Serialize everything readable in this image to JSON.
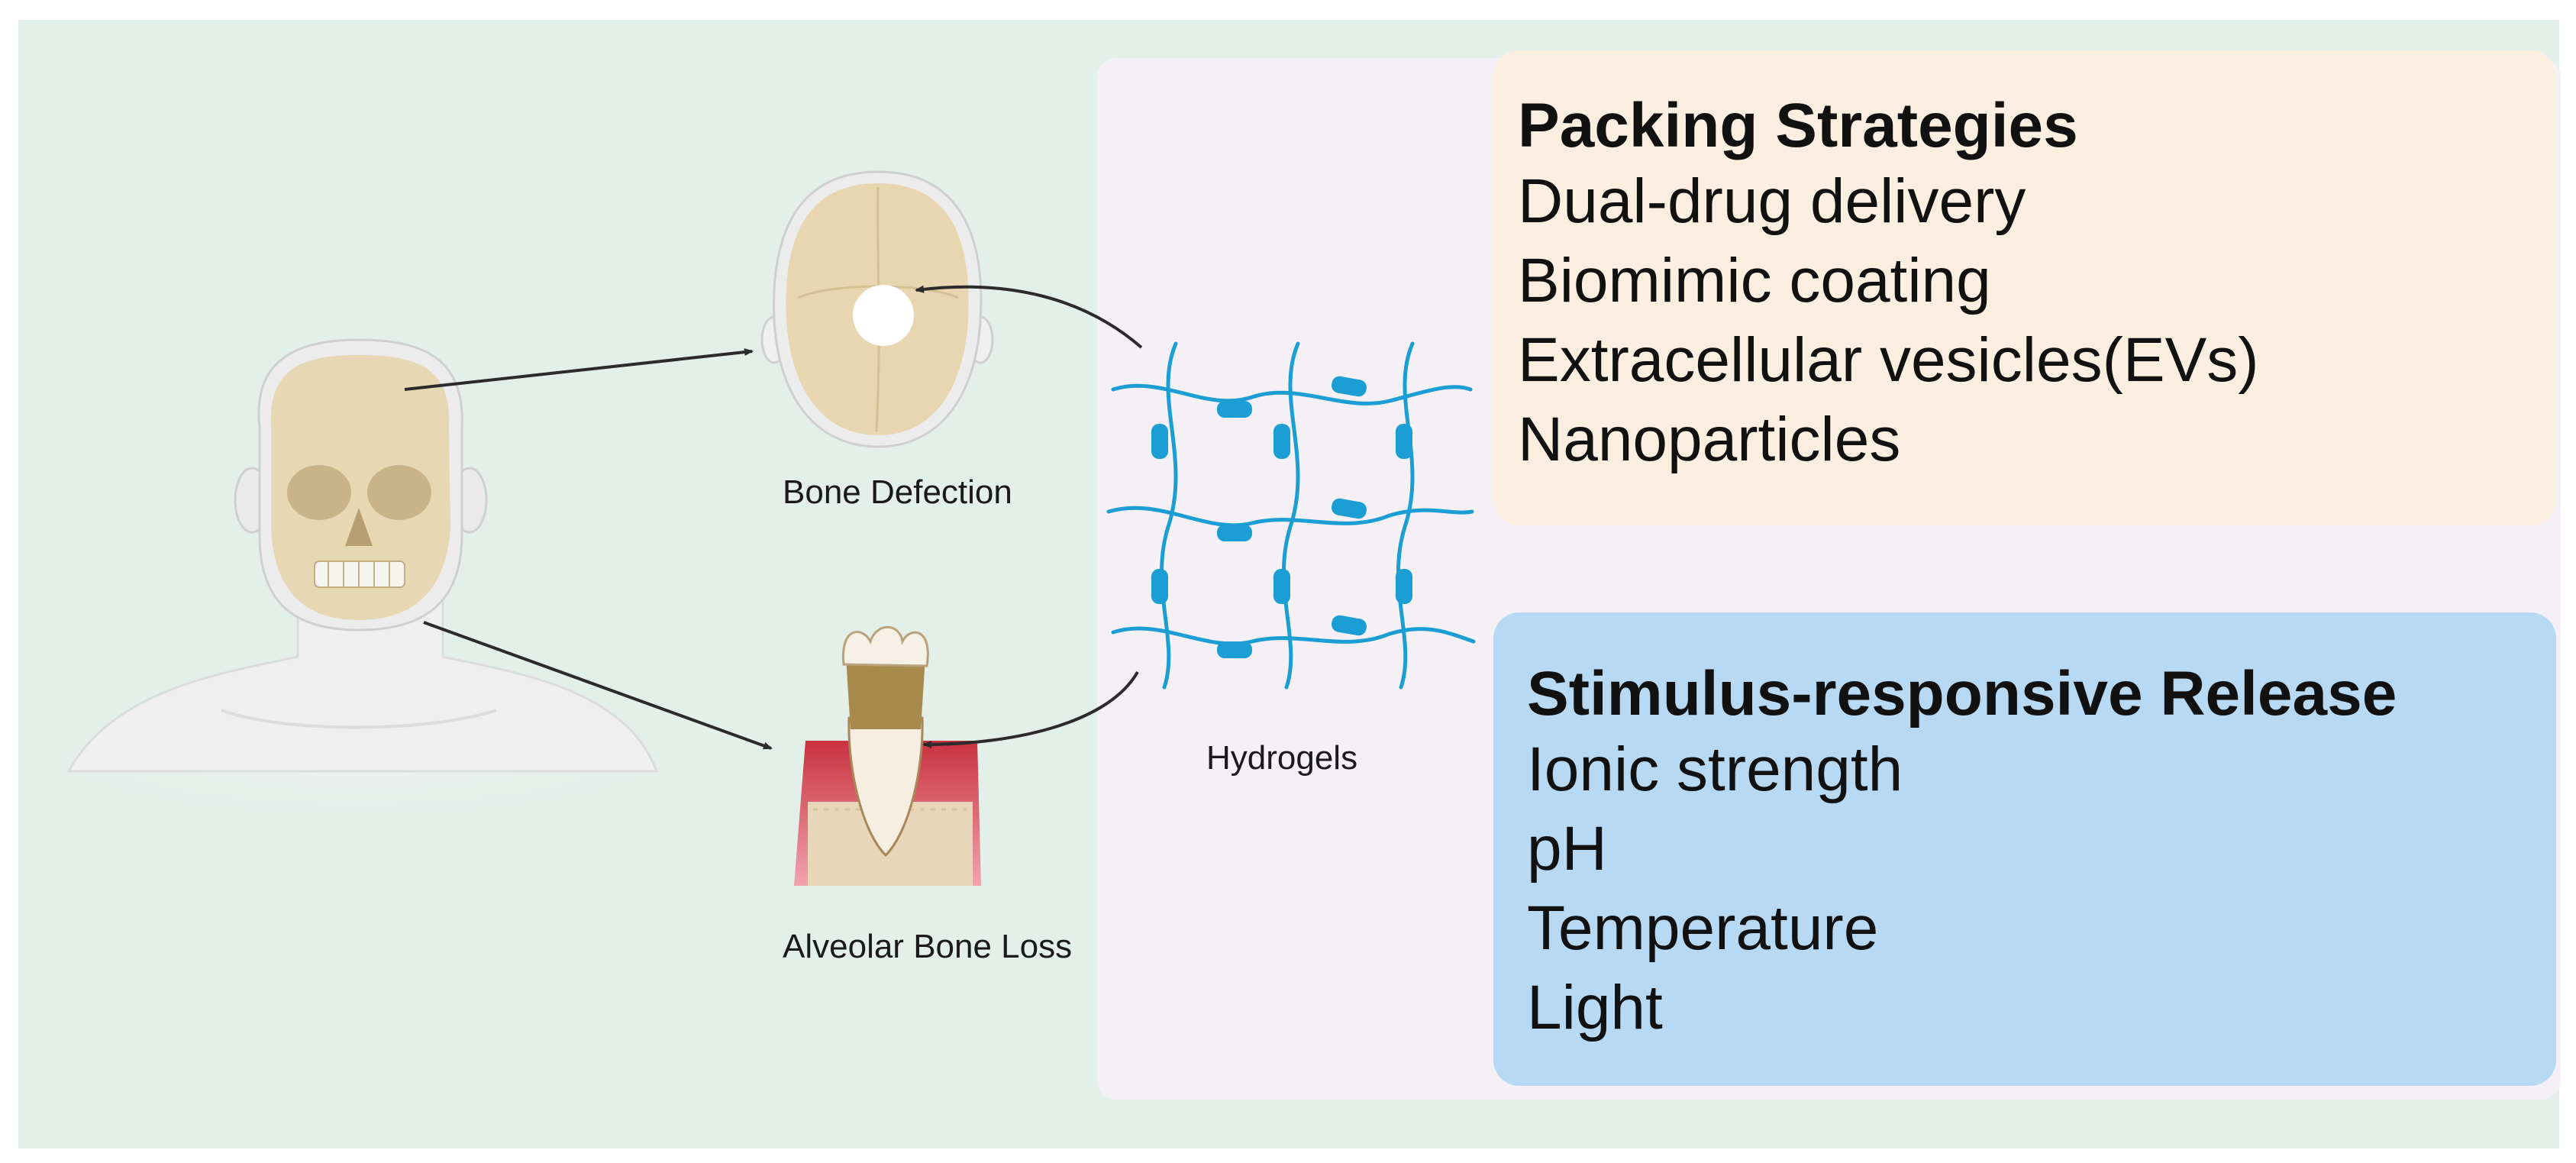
{
  "colors": {
    "background": "#e3efe9",
    "center_panel": "#f4f0f6",
    "packing_box": "#fcefdf",
    "release_box": "#b7d9f3",
    "hydrogel_line": "#1a9ed3",
    "bone": "#e8d6b0",
    "gum": "#d8495a",
    "arrow": "#2b2b2b"
  },
  "labels": {
    "bone_defection": "Bone Defection",
    "alveolar_bone_loss": "Alveolar Bone Loss",
    "hydrogels": "Hydrogels"
  },
  "packing_strategies": {
    "title": "Packing Strategies",
    "items": [
      "Dual-drug delivery",
      "Biomimic coating",
      "Extracellular vesicles(EVs)",
      "Nanoparticles"
    ]
  },
  "stimulus_release": {
    "title": "Stimulus-responsive Release",
    "items": [
      "Ionic strength",
      "pH",
      "Temperature",
      "Light"
    ]
  },
  "icons": [
    "head-skull-illustration",
    "skull-top-defect-illustration",
    "tooth-bone-loss-illustration",
    "hydrogel-network-icon"
  ]
}
